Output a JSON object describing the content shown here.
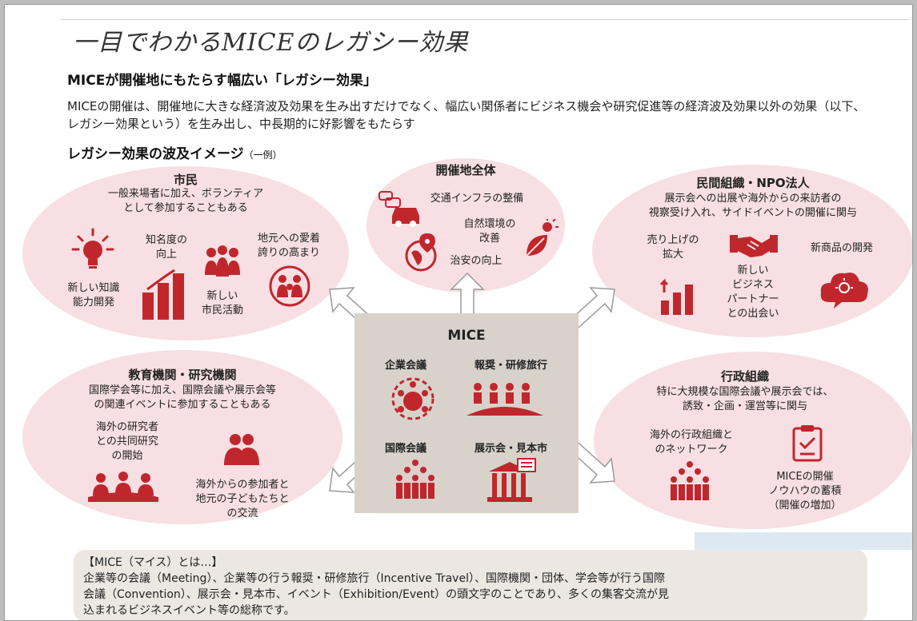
{
  "title": "一目でわかるMICEのレガシー効果",
  "heading": "MICEが開催地にもたらす幅広い「レガシー効果」",
  "description": "MICEの開催は、開催地に大きな経済波及効果を生み出すだけでなく、幅広い関係者にビジネス機会や研究促進等の経済波及効果以外の効果（以下、レガシー効果という）を生み出し、中長期的に好影響をもたらす",
  "subheading": {
    "text": "レガシー効果の波及イメージ",
    "note": "（一例）"
  },
  "citizens": {
    "title": "市民",
    "text1": "一般来場者に加え、ボランティア",
    "text2": "として参加することもある",
    "items": [
      "新しい知識",
      "能力開発",
      "知名度の",
      "向上",
      "新しい",
      "市民活動",
      "地元への愛着",
      "誇りの高まり"
    ]
  },
  "host": {
    "title": "開催地全体",
    "items": [
      "交通インフラの整備",
      "自然環境の",
      "改善",
      "治安の向上"
    ]
  },
  "private": {
    "title": "民間組織・NPO法人",
    "text1": "展示会への出展や海外からの来訪者の",
    "text2": "視察受け入れ、サイドイベントの開催に関与",
    "items": [
      "売り上げの",
      "拡大",
      "新しい",
      "ビジネス",
      "パートナー",
      "との出会い",
      "新商品の開発"
    ]
  },
  "education": {
    "title": "教育機関・研究機関",
    "text1": "国際学会等に加え、国際会議や展示会等",
    "text2": "の関連イベントに参加することもある",
    "items": [
      "海外の研究者",
      "との共同研究",
      "の開始",
      "海外からの参加者と",
      "地元の子どもたちと",
      "の交流"
    ]
  },
  "admin": {
    "title": "行政組織",
    "text1": "特に大規模な国際会議や展示会では、",
    "text2": "誘致・企画・運営等に関与",
    "items": [
      "海外の行政組織と",
      "のネットワーク",
      "MICEの開催",
      "ノウハウの蓄積",
      "（開催の増加）"
    ]
  },
  "mice": {
    "title": "MICE",
    "items": [
      "企業会議",
      "報奨・研修旅行",
      "国際会議",
      "展示会・見本市"
    ]
  },
  "footer": {
    "title": "【MICE（マイス）とは…】",
    "line1": "企業等の会議（Meeting）、企業等の行う報奨・研修旅行（Incentive Travel）、国際機関・団体、学会等が行う国際",
    "line2": "会議（Convention）、展示会・見本市、イベント（Exhibition/Event）の頭文字のことであり、多くの集客交流が見",
    "line3": "込まれるビジネスイベント等の総称です。"
  },
  "colors": {
    "accent": "#c0272d",
    "bubble": "#f7dfe3",
    "mice_box": "#d8d2cb"
  }
}
